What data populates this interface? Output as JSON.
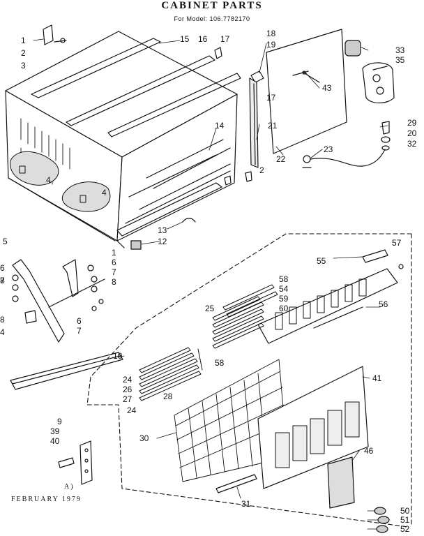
{
  "title": "CABINET PARTS",
  "model_line": "For Model:  106.7782170",
  "footer": {
    "line1": "A)",
    "line2": "FEBRUARY  1979"
  },
  "callouts": [
    {
      "id": "c1",
      "text": "1"
    },
    {
      "id": "c2",
      "text": "2"
    },
    {
      "id": "c3",
      "text": "3"
    },
    {
      "id": "c15",
      "text": "15"
    },
    {
      "id": "c16",
      "text": "16"
    },
    {
      "id": "c17a",
      "text": "17"
    },
    {
      "id": "c18",
      "text": "18"
    },
    {
      "id": "c19",
      "text": "19"
    },
    {
      "id": "c33",
      "text": "33"
    },
    {
      "id": "c35",
      "text": "35"
    },
    {
      "id": "c43",
      "text": "43"
    },
    {
      "id": "c17b",
      "text": "17"
    },
    {
      "id": "c14",
      "text": "14"
    },
    {
      "id": "c21",
      "text": "21"
    },
    {
      "id": "c29",
      "text": "29"
    },
    {
      "id": "c20",
      "text": "20"
    },
    {
      "id": "c32",
      "text": "32"
    },
    {
      "id": "c23",
      "text": "23"
    },
    {
      "id": "c22",
      "text": "22"
    },
    {
      "id": "c2b",
      "text": "2"
    },
    {
      "id": "c4a",
      "text": "4"
    },
    {
      "id": "c4b",
      "text": "4"
    },
    {
      "id": "c13",
      "text": "13"
    },
    {
      "id": "c12",
      "text": "12"
    },
    {
      "id": "c5",
      "text": "5"
    },
    {
      "id": "c1b",
      "text": "1"
    },
    {
      "id": "c6a",
      "text": "6"
    },
    {
      "id": "c7a",
      "text": "7"
    },
    {
      "id": "c8a",
      "text": "8"
    },
    {
      "id": "c6b",
      "text": "6"
    },
    {
      "id": "c7b",
      "text": "7"
    },
    {
      "id": "c8b",
      "text": "8"
    },
    {
      "id": "c6c",
      "text": "6"
    },
    {
      "id": "c7c",
      "text": "7"
    },
    {
      "id": "c8c",
      "text": "8"
    },
    {
      "id": "c4c",
      "text": "4"
    },
    {
      "id": "c57",
      "text": "57"
    },
    {
      "id": "c55",
      "text": "55"
    },
    {
      "id": "c58a",
      "text": "58"
    },
    {
      "id": "c54",
      "text": "54"
    },
    {
      "id": "c59",
      "text": "59"
    },
    {
      "id": "c60",
      "text": "60"
    },
    {
      "id": "c25",
      "text": "25"
    },
    {
      "id": "c56",
      "text": "56"
    },
    {
      "id": "c58b",
      "text": "58"
    },
    {
      "id": "c10",
      "text": "10"
    },
    {
      "id": "c24a",
      "text": "24"
    },
    {
      "id": "c26",
      "text": "26"
    },
    {
      "id": "c27",
      "text": "27"
    },
    {
      "id": "c24b",
      "text": "24"
    },
    {
      "id": "c28",
      "text": "28"
    },
    {
      "id": "c41",
      "text": "41"
    },
    {
      "id": "c9",
      "text": "9"
    },
    {
      "id": "c39",
      "text": "39"
    },
    {
      "id": "c40",
      "text": "40"
    },
    {
      "id": "c30",
      "text": "30"
    },
    {
      "id": "c46",
      "text": "46"
    },
    {
      "id": "c31",
      "text": "31"
    },
    {
      "id": "c50",
      "text": "50"
    },
    {
      "id": "c51",
      "text": "51"
    },
    {
      "id": "c52",
      "text": "52"
    }
  ]
}
